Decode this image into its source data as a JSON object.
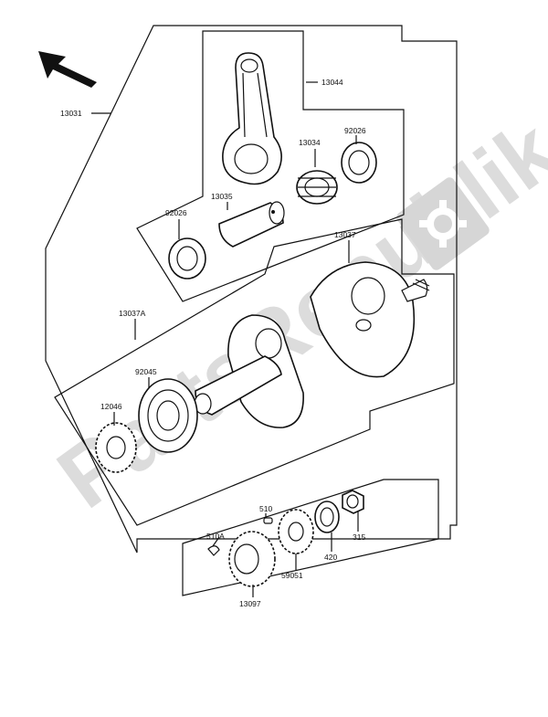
{
  "watermark": {
    "text": "PartsRepublik"
  },
  "labels": {
    "p13031": "13031",
    "p13044": "13044",
    "p13034": "13034",
    "p92026a": "92026",
    "p13035": "13035",
    "p92026b": "92026",
    "p13037": "13037",
    "p13037A": "13037A",
    "p92045": "92045",
    "p12046": "12046",
    "p510": "510",
    "p510A": "510A",
    "p315": "315",
    "p420": "420",
    "p59051": "59051",
    "p13097": "13097"
  },
  "icons": [
    "front-direction-arrow-icon",
    "gear-logo-icon"
  ]
}
